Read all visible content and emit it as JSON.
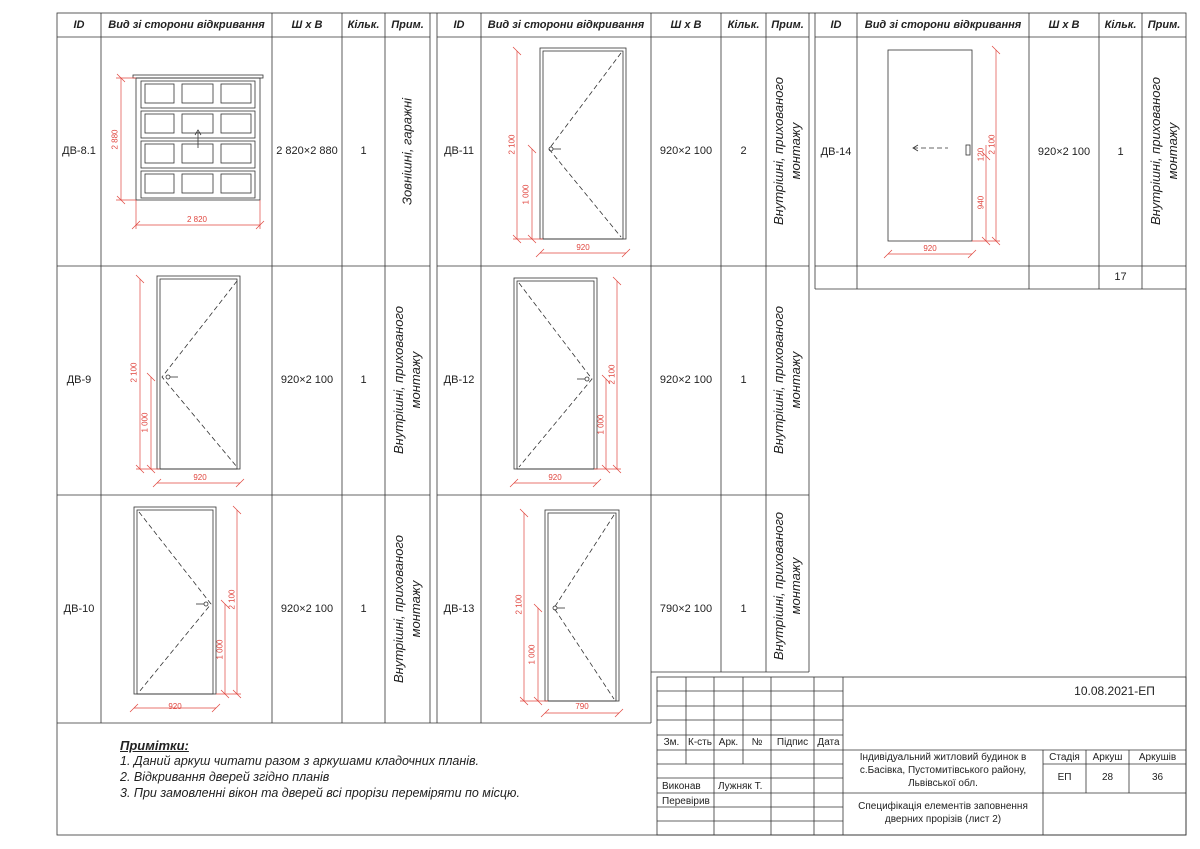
{
  "headers": {
    "id": "ID",
    "view": "Вид зі сторони відкривання",
    "size": "Ш х В",
    "qty": "Кільк.",
    "note": "Прим."
  },
  "doors": [
    {
      "id": "ДВ-8.1",
      "size": "2 820×2 880",
      "qty": "1",
      "note": "Зовнішні, гаражні",
      "dim_w": "2 820",
      "dim_h": "2 880"
    },
    {
      "id": "ДВ-9",
      "size": "920×2 100",
      "qty": "1",
      "note": "Внутрішні, прихованого монтажу",
      "dim_w": "920",
      "dim_h": "2 100",
      "dim_h2": "1 000"
    },
    {
      "id": "ДВ-10",
      "size": "920×2 100",
      "qty": "1",
      "note": "Внутрішні, прихованого монтажу",
      "dim_w": "920",
      "dim_h": "2 100",
      "dim_h2": "1 000"
    },
    {
      "id": "ДВ-11",
      "size": "920×2 100",
      "qty": "2",
      "note": "Внутрішні, прихованого монтажу",
      "dim_w": "920",
      "dim_h": "2 100",
      "dim_h2": "1 000"
    },
    {
      "id": "ДВ-12",
      "size": "920×2 100",
      "qty": "1",
      "note": "Внутрішні, прихованого монтажу",
      "dim_w": "920",
      "dim_h": "2 100",
      "dim_h2": "1 000"
    },
    {
      "id": "ДВ-13",
      "size": "790×2 100",
      "qty": "1",
      "note": "Внутрішні, прихованого монтажу",
      "dim_w": "790",
      "dim_h": "2 100",
      "dim_h2": "1 000"
    },
    {
      "id": "ДВ-14",
      "size": "920×2 100",
      "qty": "1",
      "note": "Внутрішні, прихованого монтажу",
      "dim_w": "920",
      "dim_h": "2 100",
      "dim_h2": "940",
      "dim_h3": "120"
    }
  ],
  "total": "17",
  "notes": {
    "title": "Примітки:",
    "lines": [
      "1. Даний аркуш читати разом з аркушами кладочних планів.",
      "2. Відкривання дверей згідно планів",
      "3. При замовленні вікон та дверей всі прорізи переміряти по місцю."
    ]
  },
  "title_block": {
    "code": "10.08.2021-ЕП",
    "cols": [
      "Зм.",
      "К-сть",
      "Арк.",
      "№",
      "Підпис",
      "Дата"
    ],
    "executed_label": "Виконав",
    "executed_name": "Лужняк Т.",
    "checked_label": "Перевірив",
    "project": [
      "Індивідуальний житловий будинок в",
      "с.Басівка, Пустомитівського району,",
      "Львівської обл."
    ],
    "stage_label": "Стадія",
    "sheet_label": "Аркуш",
    "sheets_label": "Аркушів",
    "stage": "ЕП",
    "sheet": "28",
    "sheets": "36",
    "sheet_title": [
      "Специфікація елементів заповнення",
      "дверних прорізів  (лист 2)"
    ]
  },
  "colors": {
    "dim": "#e0463f",
    "line": "#333333"
  }
}
